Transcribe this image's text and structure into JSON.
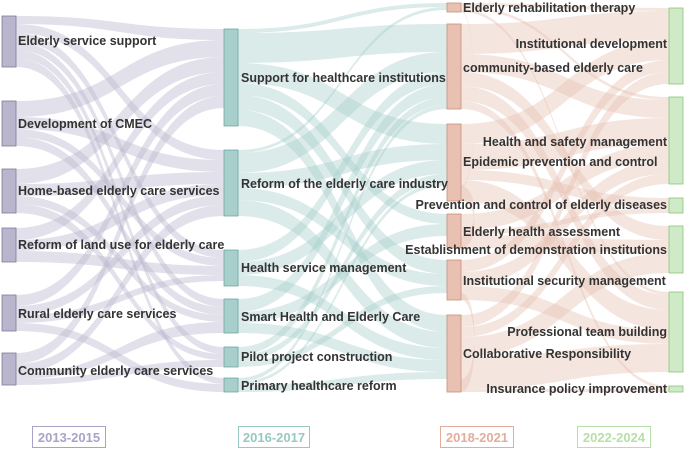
{
  "colors": {
    "stage1": "#aaa3c8",
    "stage2": "#98c8c2",
    "stage3": "#e2ad9c",
    "stage4": "#b7e0a8",
    "node1": "#b9b5cd",
    "node2": "#a8cfcb",
    "node3": "#e8c1b3",
    "node4": "#cfeac6"
  },
  "stages": [
    {
      "key": "s1",
      "label": "2013-2015"
    },
    {
      "key": "s2",
      "label": "2016-2017"
    },
    {
      "key": "s3",
      "label": "2018-2021"
    },
    {
      "key": "s4",
      "label": "2022-2024"
    }
  ],
  "nodes": {
    "s1": [
      {
        "id": "esp",
        "label": "Elderly service support"
      },
      {
        "id": "cmec",
        "label": "Development of CMEC"
      },
      {
        "id": "hbec",
        "label": "Home-based elderly care services"
      },
      {
        "id": "rlu",
        "label": "Reform of land use for elderly care"
      },
      {
        "id": "rec",
        "label": "Rural elderly care services"
      },
      {
        "id": "cec",
        "label": "Community elderly care services"
      }
    ],
    "s2": [
      {
        "id": "shi",
        "label": "Support for healthcare institutions"
      },
      {
        "id": "reci",
        "label": "Reform of the elderly care industry"
      },
      {
        "id": "hsm",
        "label": "Health service management"
      },
      {
        "id": "shec",
        "label": "Smart Health and Elderly Care"
      },
      {
        "id": "ppc",
        "label": "Pilot project construction"
      },
      {
        "id": "phr",
        "label": "Primary healthcare reform"
      }
    ],
    "s3": [
      {
        "id": "ert",
        "label": "Elderly rehabilitation therapy"
      },
      {
        "id": "cbec",
        "label": "community-based elderly care"
      },
      {
        "id": "epc",
        "label": "Epidemic prevention and control"
      },
      {
        "id": "eha",
        "label": "Elderly health assessment"
      },
      {
        "id": "ism",
        "label": "Institutional security management"
      },
      {
        "id": "cr",
        "label": "Collaborative Responsibility"
      }
    ],
    "s4": [
      {
        "id": "idev",
        "label": "Institutional development"
      },
      {
        "id": "hsafe",
        "label": "Health and safety management"
      },
      {
        "id": "pced",
        "label": "Prevention and control of elderly diseases"
      },
      {
        "id": "edi",
        "label": "Establishment of demonstration institutions"
      },
      {
        "id": "ptb",
        "label": "Professional team building"
      },
      {
        "id": "ipi",
        "label": "Insurance policy improvement"
      }
    ]
  }
}
